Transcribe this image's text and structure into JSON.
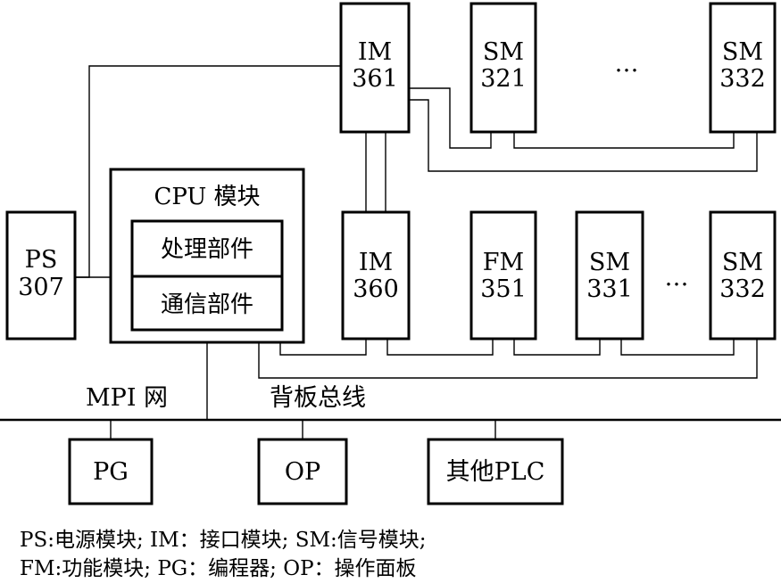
{
  "modules": {
    "im361": {
      "line1": "IM",
      "line2": "361"
    },
    "sm321": {
      "line1": "SM",
      "line2": "321"
    },
    "rack_top_ellipsis": "…",
    "sm332_top": {
      "line1": "SM",
      "line2": "332"
    },
    "ps307": {
      "line1": "PS",
      "line2": "307"
    },
    "cpu": {
      "title": "CPU 模块",
      "processing_unit": "处理部件",
      "communication_unit": "通信部件"
    },
    "im360": {
      "line1": "IM",
      "line2": "360"
    },
    "fm351": {
      "line1": "FM",
      "line2": "351"
    },
    "sm331": {
      "line1": "SM",
      "line2": "331"
    },
    "rack_bottom_ellipsis": "…",
    "sm332_bottom": {
      "line1": "SM",
      "line2": "332"
    }
  },
  "network": {
    "mpi_label": "MPI 网",
    "backplane_label": "背板总线"
  },
  "devices": {
    "pg": "PG",
    "op": "OP",
    "other_plc": "其他PLC"
  },
  "legend": {
    "line1": "PS:电源模块; IM：接口模块; SM:信号模块;",
    "line2": "FM:功能模块; PG：编程器; OP：操作面板"
  }
}
